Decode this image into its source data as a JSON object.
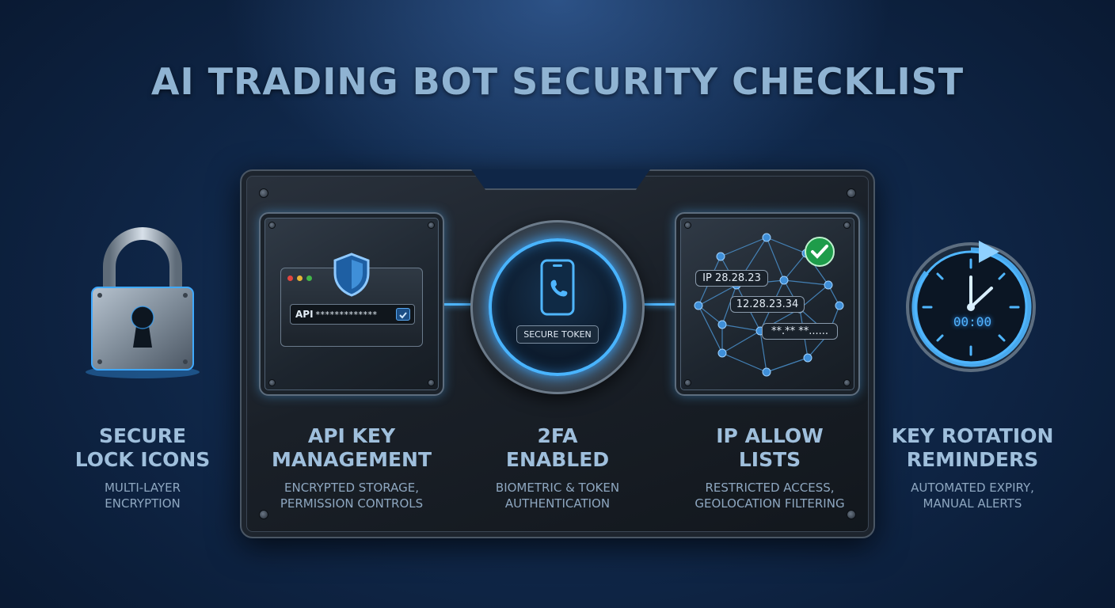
{
  "title": "AI TRADING BOT SECURITY CHECKLIST",
  "features": [
    {
      "heading_line1": "SECURE",
      "heading_line2": "LOCK ICONS",
      "sub_line1": "MULTI-LAYER",
      "sub_line2": "ENCRYPTION",
      "icon": "padlock-icon"
    },
    {
      "heading_line1": "API KEY",
      "heading_line2": "MANAGEMENT",
      "sub_line1": "ENCRYPTED STORAGE,",
      "sub_line2": "PERMISSION CONTROLS",
      "icon": "shield-icon"
    },
    {
      "heading_line1": "2FA",
      "heading_line2": "ENABLED",
      "sub_line1": "BIOMETRIC & TOKEN",
      "sub_line2": "AUTHENTICATION",
      "icon": "smartphone-icon"
    },
    {
      "heading_line1": "IP ALLOW",
      "heading_line2": "LISTS",
      "sub_line1": "RESTRICTED ACCESS,",
      "sub_line2": "GEOLOCATION FILTERING",
      "icon": "network-icon"
    },
    {
      "heading_line1": "KEY ROTATION",
      "heading_line2": "REMINDERS",
      "sub_line1": "AUTOMATED EXPIRY,",
      "sub_line2": "MANUAL ALERTS",
      "icon": "clock-rotation-icon"
    }
  ],
  "api_card": {
    "key_label": "API",
    "masked_key": "*************"
  },
  "twofa_card": {
    "token_label": "SECURE TOKEN"
  },
  "ip_card": {
    "ip1": "IP 28.28.23",
    "ip2": "12.28.23.34",
    "ip3": "**.** **......"
  },
  "clock": {
    "display": "00:00"
  },
  "colors": {
    "accent": "#4fb6ff",
    "background": "#0f2647",
    "check_green": "#27c25f"
  }
}
